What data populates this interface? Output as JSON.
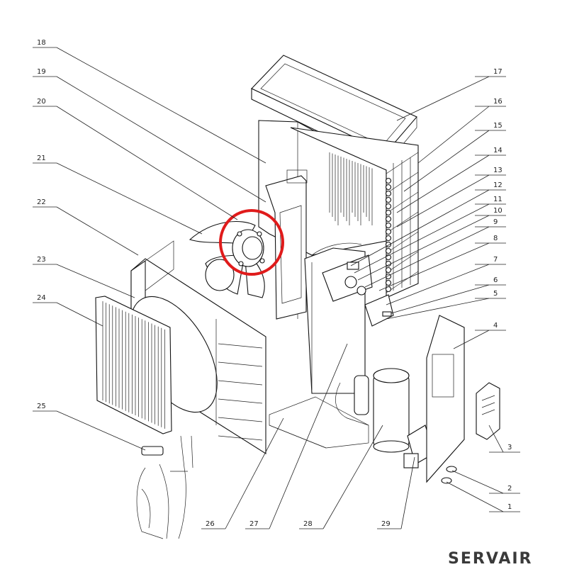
{
  "brand": "SERVAIR",
  "highlight_color": "#e01b1b",
  "callouts": [
    "1",
    "2",
    "3",
    "4",
    "5",
    "6",
    "7",
    "8",
    "9",
    "10",
    "11",
    "12",
    "13",
    "14",
    "15",
    "16",
    "17",
    "18",
    "19",
    "20",
    "21",
    "22",
    "23",
    "24",
    "25",
    "26",
    "27",
    "28",
    "29"
  ]
}
